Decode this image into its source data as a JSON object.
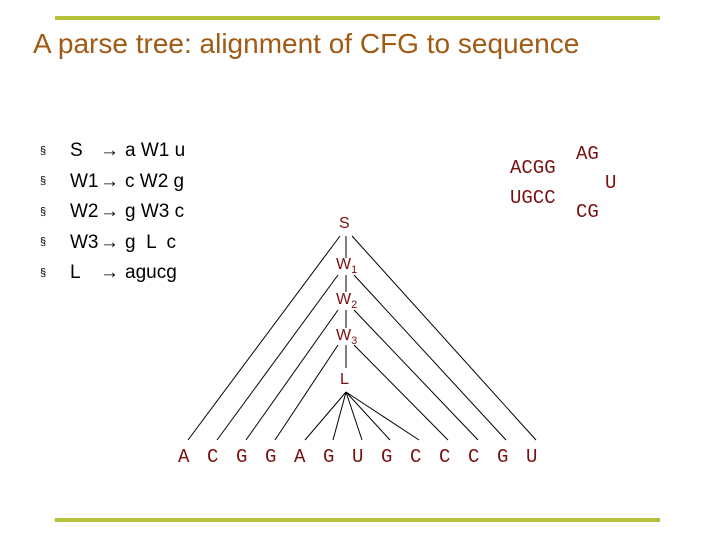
{
  "title": "A parse tree: alignment of CFG to sequence",
  "grammar": [
    {
      "lhs": "S",
      "arrow": "→",
      "rhs": "a W1 u"
    },
    {
      "lhs": "W1",
      "arrow": "→",
      "rhs": "c W2 g"
    },
    {
      "lhs": "W2",
      "arrow": "→",
      "rhs": "g W3 c"
    },
    {
      "lhs": "W3",
      "arrow": "→",
      "rhs": "g  L  c"
    },
    {
      "lhs": "L",
      "arrow": "→",
      "rhs": "agucg"
    }
  ],
  "bullet": "§",
  "stem_loop": {
    "line1": "AG",
    "line2_left": "ACGG",
    "line3_right": "U",
    "line4_left": "UGCC",
    "line5": "CG"
  },
  "tree": {
    "nodes": [
      {
        "label": "S",
        "sub": ""
      },
      {
        "label": "W",
        "sub": "1"
      },
      {
        "label": "W",
        "sub": "2"
      },
      {
        "label": "W",
        "sub": "3"
      },
      {
        "label": "L",
        "sub": ""
      }
    ],
    "sequence": [
      "A",
      "C",
      "G",
      "G",
      "A",
      "G",
      "U",
      "G",
      "C",
      "C",
      "C",
      "G",
      "U"
    ]
  },
  "colors": {
    "rule": "#b5c23a",
    "title": "#a05a14",
    "diagram_text": "#7a1010"
  }
}
